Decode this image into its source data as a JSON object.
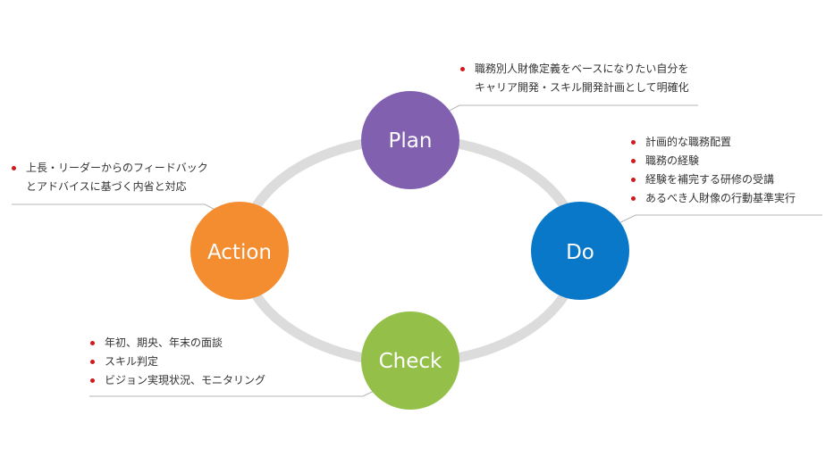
{
  "colors": {
    "ring": "#dcdcdc",
    "plan": "#8160b0",
    "do": "#0a78c8",
    "check": "#94c049",
    "action": "#f48c30",
    "leader": "#b4b4b4",
    "bullet": "#d2191e"
  },
  "nodes": {
    "plan": {
      "label": "Plan"
    },
    "do": {
      "label": "Do"
    },
    "check": {
      "label": "Check"
    },
    "action": {
      "label": "Action"
    }
  },
  "notes": {
    "plan": {
      "items": [
        {
          "lines": [
            "職務別人財像定義をベースになりたい自分を",
            "キャリア開発・スキル開発計画として明確化"
          ]
        }
      ]
    },
    "do": {
      "items": [
        {
          "lines": [
            "計画的な職務配置"
          ]
        },
        {
          "lines": [
            "職務の経験"
          ]
        },
        {
          "lines": [
            "経験を補完する研修の受講"
          ]
        },
        {
          "lines": [
            "あるべき人財像の行動基準実行"
          ]
        }
      ]
    },
    "check": {
      "items": [
        {
          "lines": [
            "年初、期央、年末の面談"
          ]
        },
        {
          "lines": [
            "スキル判定"
          ]
        },
        {
          "lines": [
            "ビジョン実現状況、モニタリング"
          ]
        }
      ]
    },
    "action": {
      "items": [
        {
          "lines": [
            "上長・リーダーからのフィードバック",
            "とアドバイスに基づく内省と対応"
          ]
        }
      ]
    }
  }
}
